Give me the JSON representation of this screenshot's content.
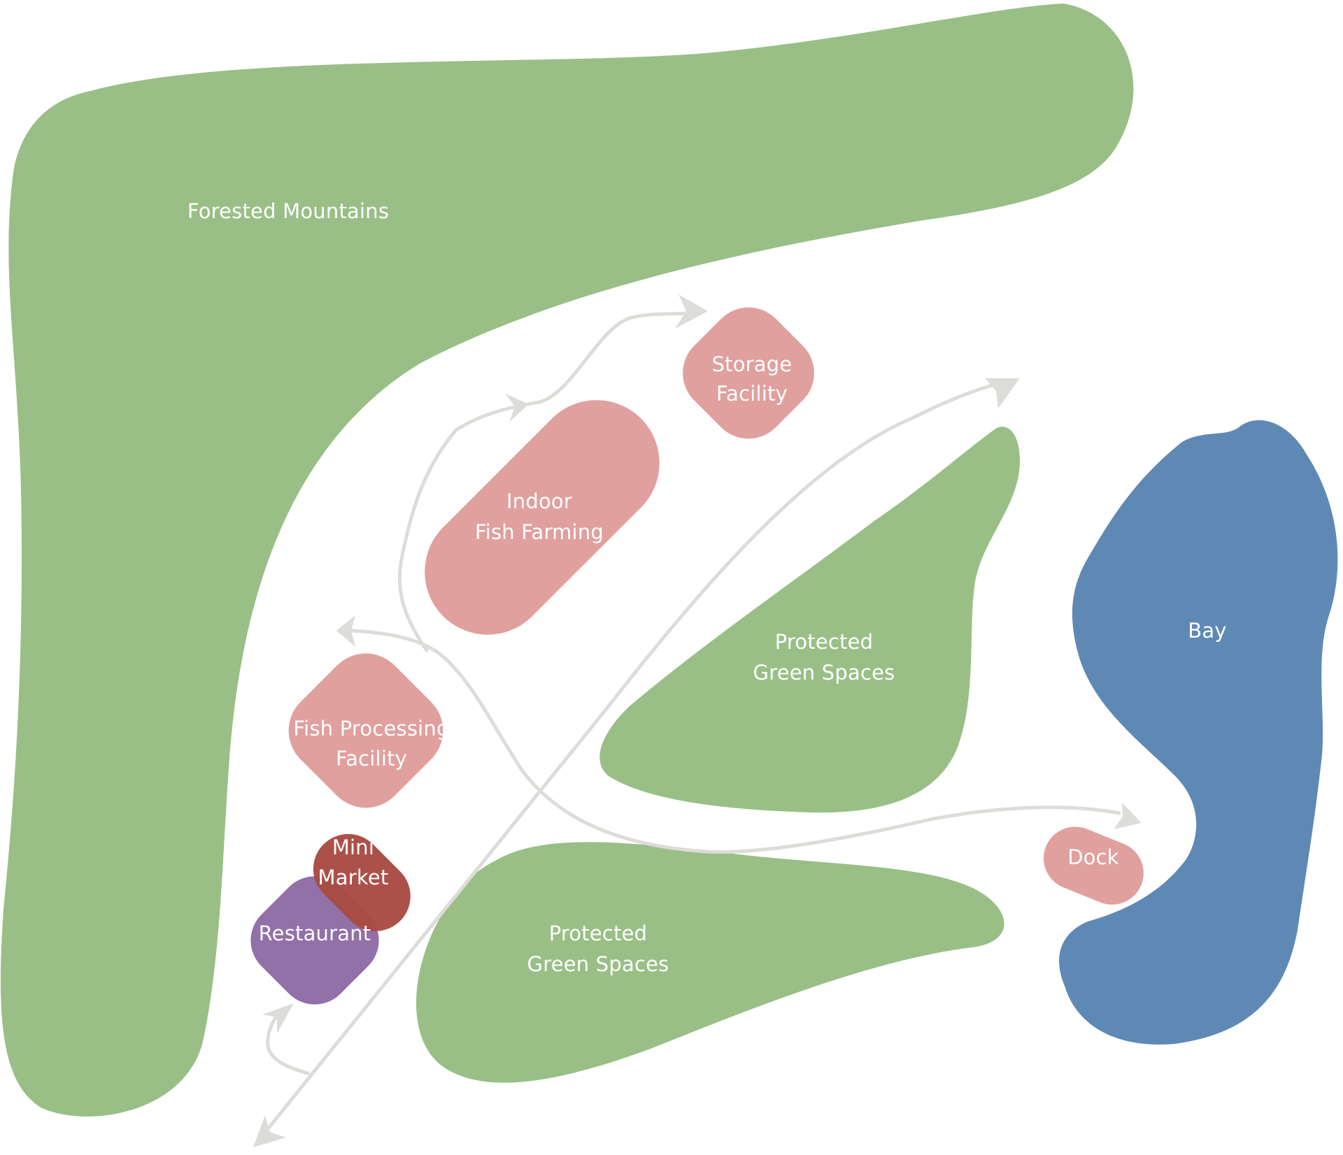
{
  "zones": {
    "forested_mountains": {
      "label": "Forested Mountains"
    },
    "green_space_upper": {
      "line1": "Protected",
      "line2": "Green Spaces"
    },
    "green_space_lower": {
      "line1": "Protected",
      "line2": "Green Spaces"
    },
    "bay": {
      "label": "Bay"
    }
  },
  "facilities": {
    "storage": {
      "line1": "Storage",
      "line2": "Facility"
    },
    "fish_farming": {
      "line1": "Indoor",
      "line2": "Fish Farming"
    },
    "fish_processing": {
      "line1": "Fish Processing",
      "line2": "Facility"
    },
    "mini_market": {
      "line1": "Mini",
      "line2": "Market"
    },
    "restaurant": {
      "label": "Restaurant"
    },
    "dock": {
      "label": "Dock"
    }
  },
  "colors": {
    "green": "#99bf86",
    "bay_blue": "#5f89b5",
    "facility_pink": "#e0a09e",
    "market_red": "#a84b43",
    "restaurant_purple": "#9270a8",
    "flow_gray": "#dcdcd8"
  }
}
